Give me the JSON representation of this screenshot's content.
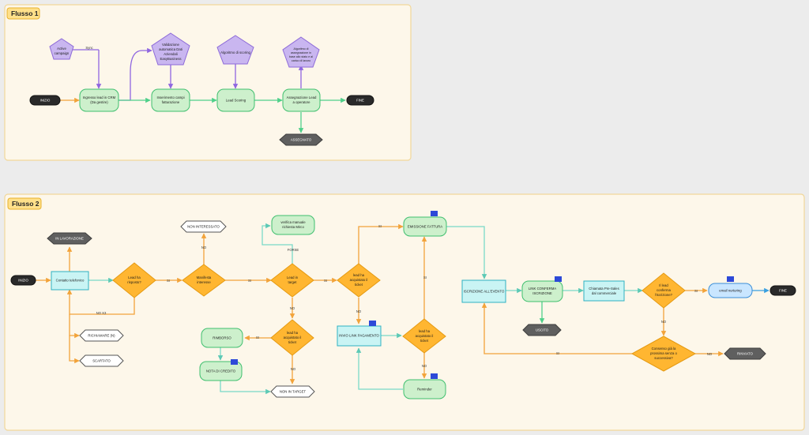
{
  "flow1": {
    "title": "Flusso 1",
    "nodes": {
      "start": "INIZIO",
      "ingresso": [
        "Ingresso lead in CRM",
        "(Da gestire)"
      ],
      "inserimento": [
        "Inserimento campi",
        "fatturazione"
      ],
      "scoring": "Lead Scoring",
      "assegnazione": [
        "Assegnazione Lead",
        "a operatore"
      ],
      "end": "FINE",
      "assegnato": "ASSEGNATO",
      "active": [
        "Active",
        "campaign"
      ],
      "validazione": [
        "Validazione",
        "automatica Dati",
        "Aziendali",
        "EasyBusiness"
      ],
      "algoritmo": "Algoritmo di scoring",
      "algoritmo_assegnazione": [
        "Algoritmo di",
        "assegnazione in",
        "base allo stato e al",
        "carico di lavoro"
      ]
    },
    "edges": {
      "sync": "Sync"
    }
  },
  "flow2": {
    "title": "Flusso 2",
    "nodes": {
      "start": "INIZIO",
      "contatto": "Contatto telefonico",
      "in_lavorazione": "IN LAVORAZIONE",
      "risposto": [
        "Lead ha",
        "risposto?"
      ],
      "richiamare": "RICHIAMARE (N)",
      "scartato": "SCARTATO",
      "manifesta": [
        "Manifesta",
        "interesse"
      ],
      "non_interessato": "NON INTERESSATO",
      "in_target": [
        "Lead in",
        "target"
      ],
      "verifica": [
        "verifica manuale",
        "richiesta Mirco"
      ],
      "ha_acquistato_biglietto_q": [
        "lead ha",
        "acquistato il",
        "ticket"
      ],
      "rimborso": "RIMBORSO",
      "nota": "NOTA DI CREDITO",
      "non_target": "NON IN TARGET",
      "acquistato_top": [
        "lead ha",
        "acquistato il",
        "ticket"
      ],
      "emissione": "EMISSIONE FATTURA",
      "invio_link": "INVIO LINK PAGAMENTO",
      "acquistato_bottom": [
        "lead ha",
        "acquistato il",
        "ticket"
      ],
      "reminder": "Reminder",
      "iscrizione": "ISCRIZIONE ALL'EVENTO",
      "link_conferma": [
        "LINK CONFERMA",
        "ISCRIZIONE"
      ],
      "uscito": "USCITO",
      "chiamata": [
        "Chiamata Pre-Sales",
        "dal commerciale"
      ],
      "conferma": [
        "Il lead",
        "conferma",
        "l'iscrizione?"
      ],
      "email": "email nurturing",
      "end": "FINE",
      "consenso": [
        "Consenso già la",
        "prossima senza o",
        "successiva?"
      ],
      "rinviato": "RINVIATO"
    },
    "edges": {
      "si": "SI",
      "no": "NO",
      "no_x3": "NO X3",
      "forse": "FORSE"
    }
  },
  "colors": {
    "panel": "#fdf7ea",
    "green_node": "#cdf0cc",
    "cyan_node": "#c9f4f4",
    "decision": "#ffb631",
    "pentagon": "#c9b6f0",
    "terminal": "#2a2a2a",
    "status": "#5f5f5f"
  }
}
